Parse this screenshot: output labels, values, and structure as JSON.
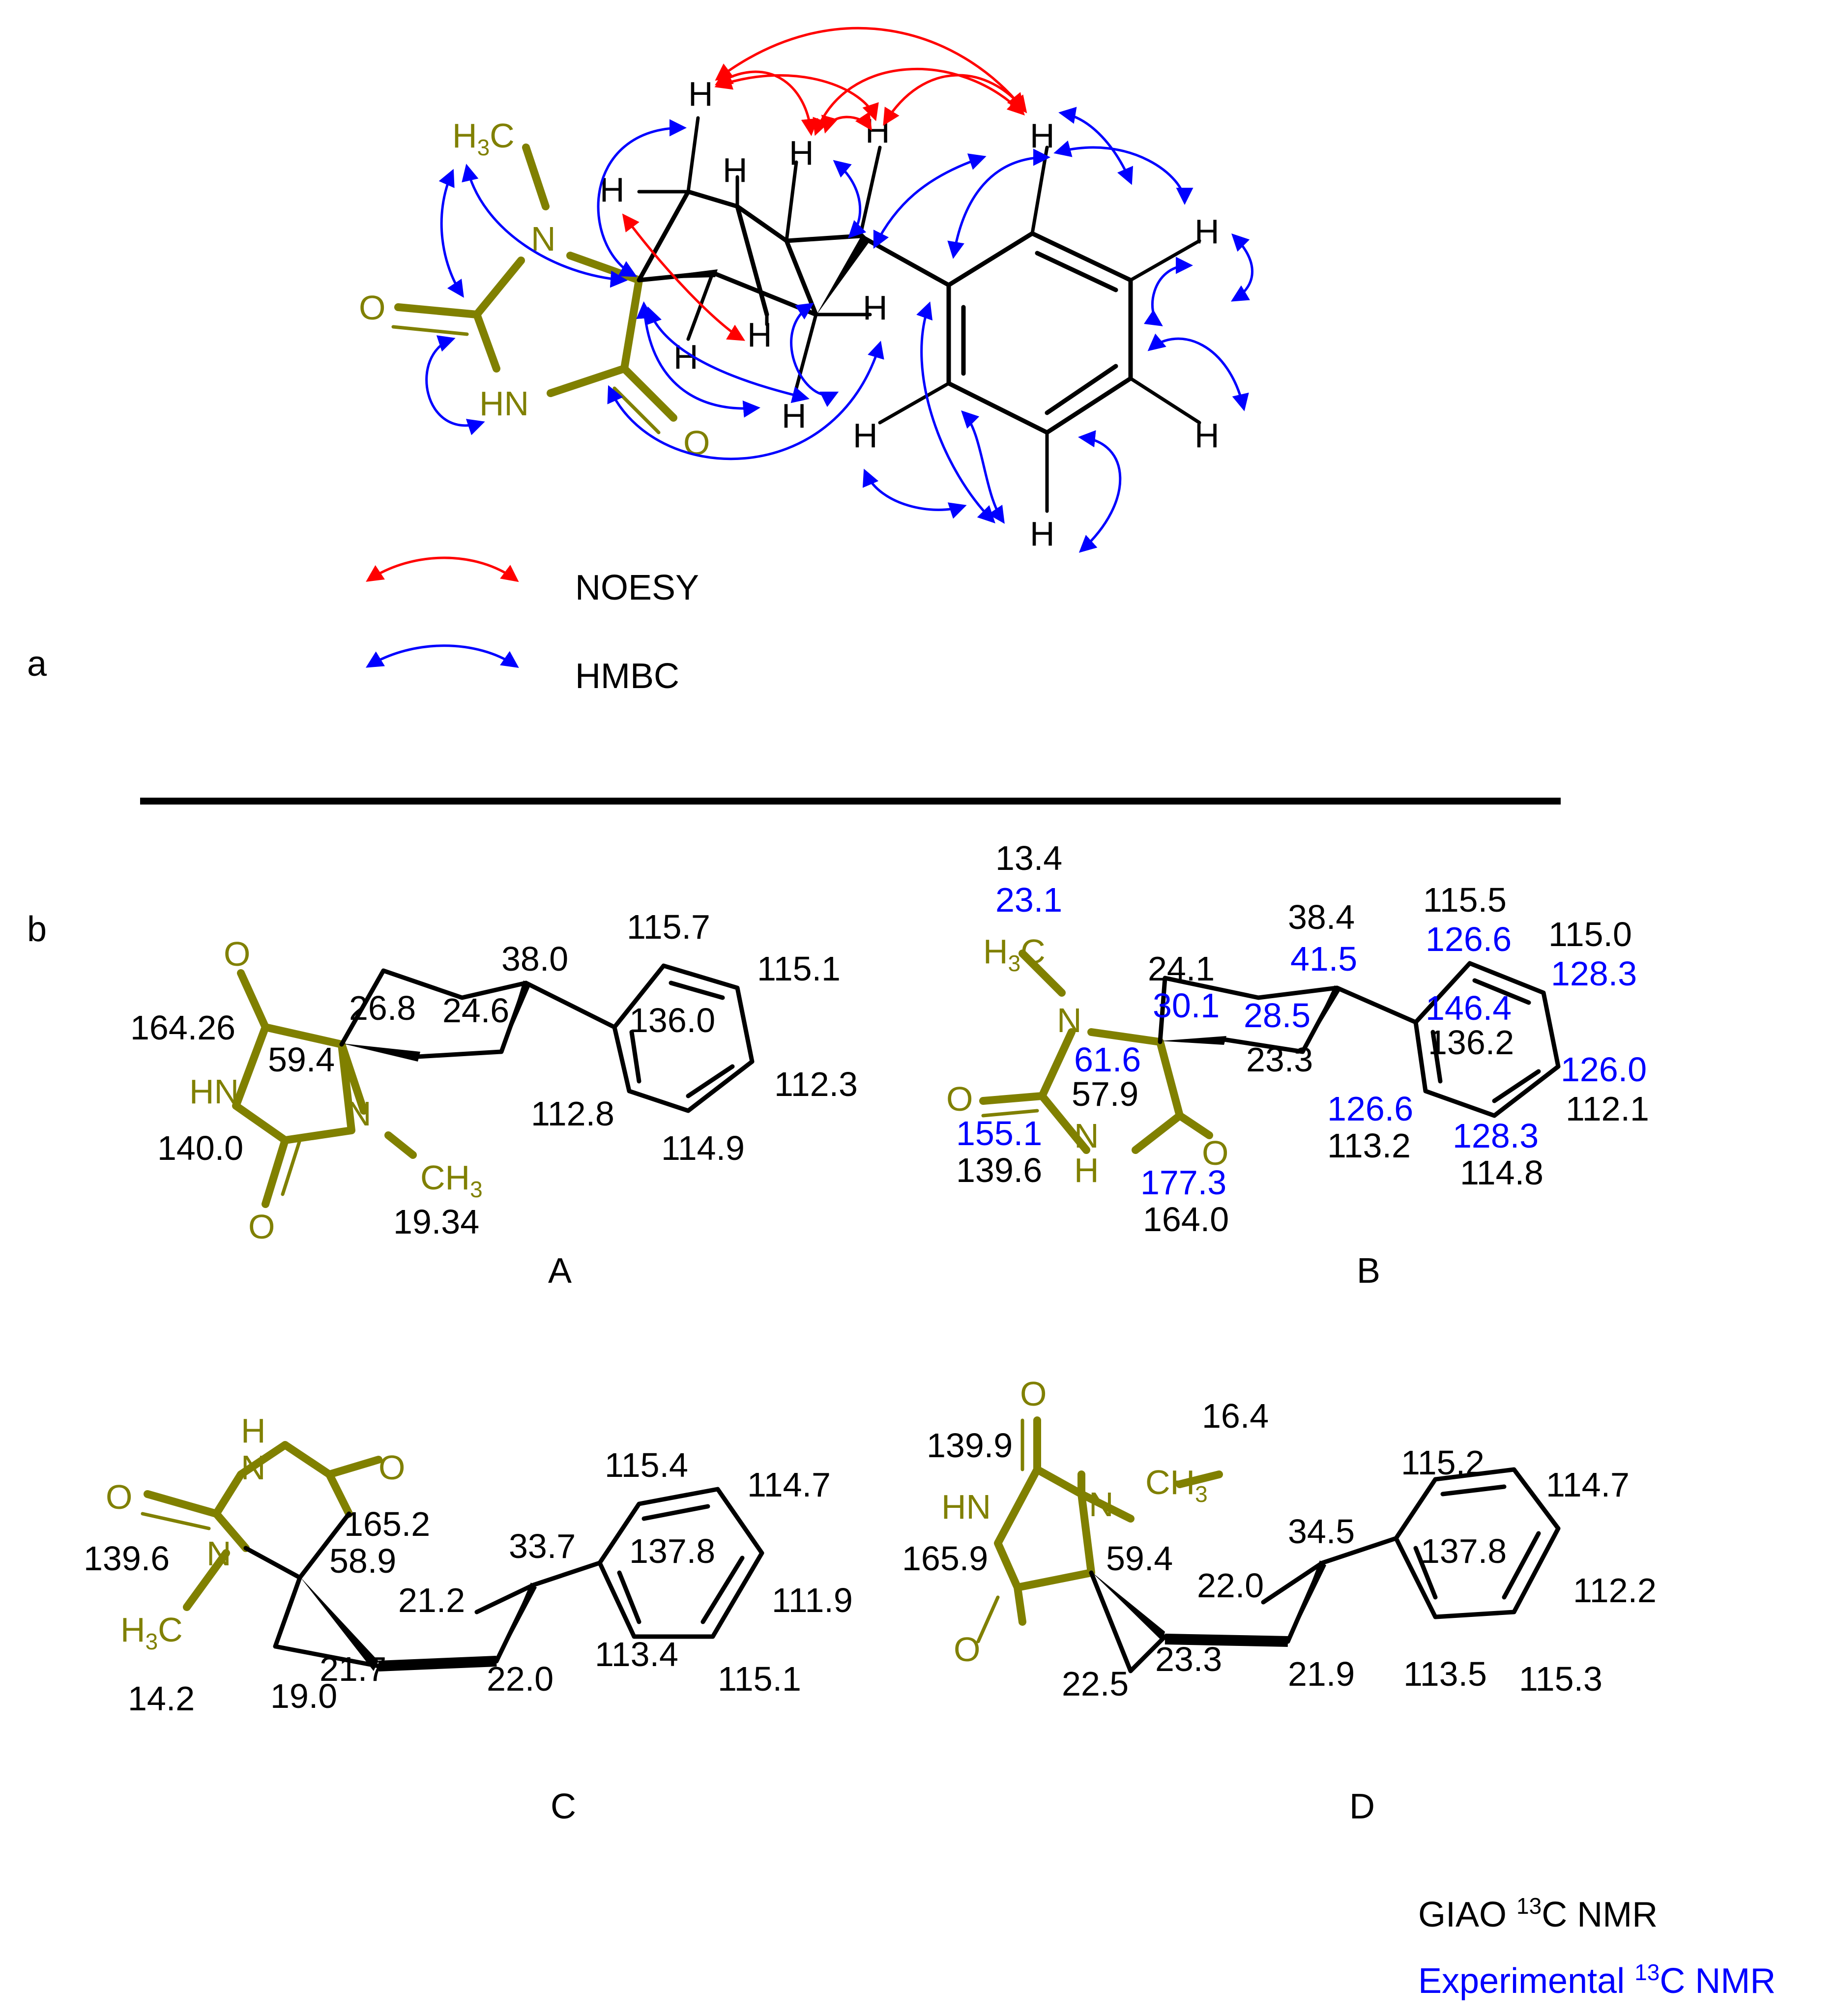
{
  "panel_labels": {
    "a": "a",
    "b": "b"
  },
  "legend": {
    "noesy": "NOESY",
    "hmbc": "HMBC"
  },
  "colors": {
    "scaffold": "#808000",
    "noesy": "#ff0000",
    "hmbc": "#0000ff",
    "giao": "#000000",
    "experimental": "#0000ff"
  },
  "atoms": {
    "h": "H",
    "h3c": "H",
    "three": "3",
    "c": "C",
    "n": "N",
    "o": "O",
    "hn": "HN",
    "nh": "NH",
    "ch3_c": "CH",
    "thirteen": "13"
  },
  "structures": {
    "A": {
      "label": "A",
      "shifts": [
        "115.7",
        "115.1",
        "38.0",
        "26.8",
        "24.6",
        "136.0",
        "164.26",
        "59.4",
        "112.3",
        "112.8",
        "140.0",
        "114.9",
        "19.34"
      ]
    },
    "B": {
      "label": "B",
      "giao": [
        "13.4",
        "38.4",
        "115.5",
        "115.0",
        "24.1",
        "136.2",
        "23.3",
        "57.9",
        "112.1",
        "113.2",
        "139.6",
        "114.8",
        "164.0"
      ],
      "experimental": [
        "23.1",
        "41.5",
        "126.6",
        "128.3",
        "30.1",
        "28.5",
        "146.4",
        "61.6",
        "126.0",
        "126.6",
        "155.1",
        "128.3",
        "177.3"
      ]
    },
    "C": {
      "label": "C",
      "shifts": [
        "115.4",
        "114.7",
        "165.2",
        "33.7",
        "137.8",
        "139.6",
        "58.9",
        "21.2",
        "111.9",
        "113.4",
        "21.7",
        "22.0",
        "115.1",
        "14.2",
        "19.0"
      ]
    },
    "D": {
      "label": "D",
      "shifts": [
        "16.4",
        "139.9",
        "115.2",
        "114.7",
        "34.5",
        "137.8",
        "165.9",
        "59.4",
        "22.0",
        "112.2",
        "113.5",
        "115.3",
        "22.5",
        "23.3",
        "21.9"
      ]
    }
  },
  "footer": {
    "giao_prefix": "GIAO ",
    "exp_prefix": "Experimental ",
    "sup": "13",
    "suffix": "C NMR"
  }
}
